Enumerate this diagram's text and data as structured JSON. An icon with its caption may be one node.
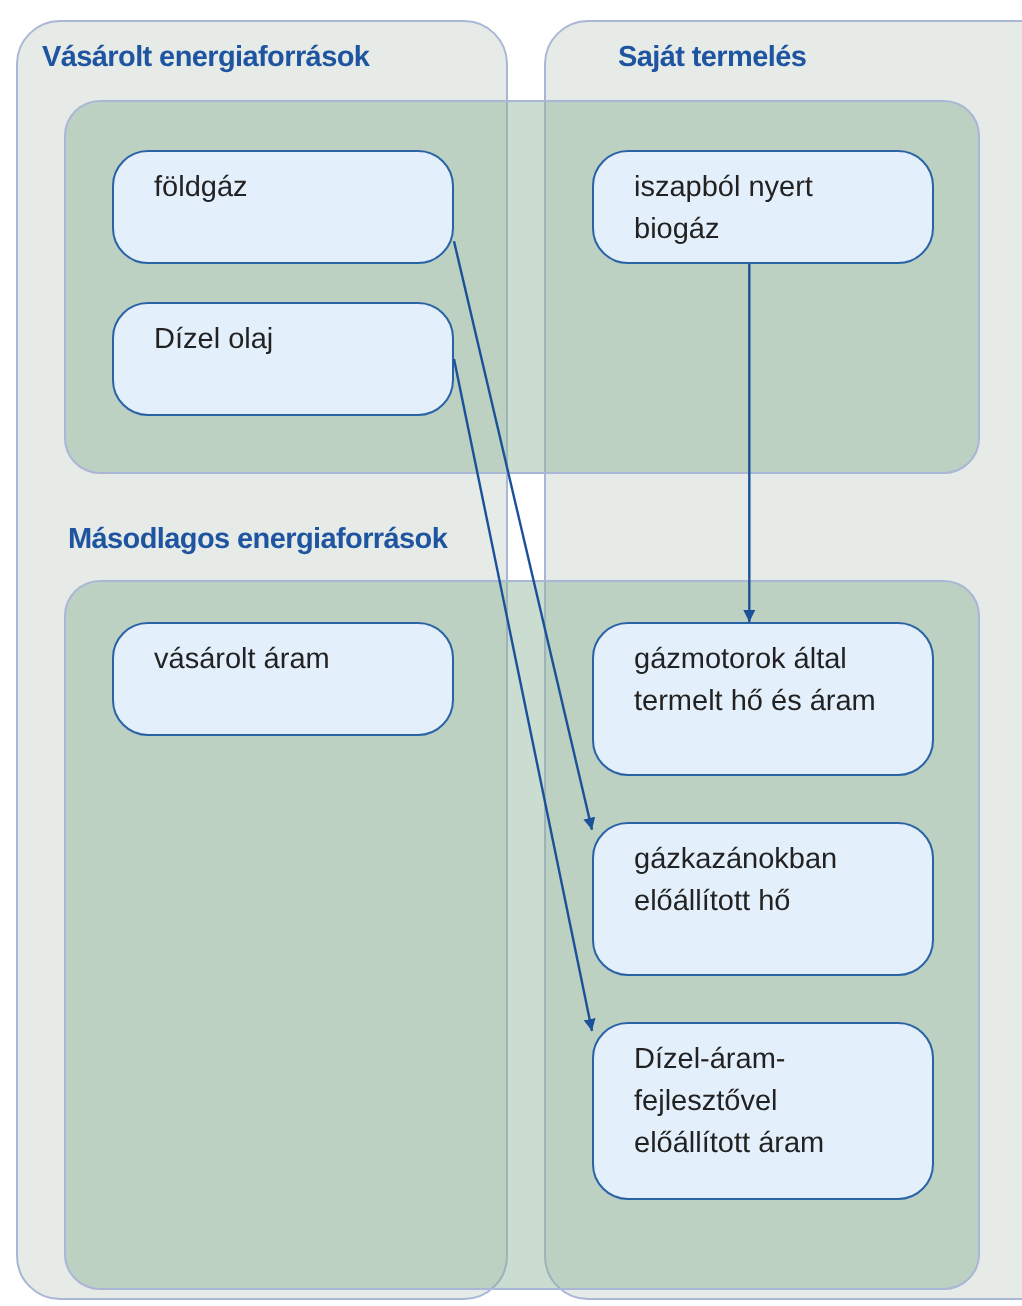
{
  "diagram": {
    "nodes": [
      {
        "text": [
          "földgáz"
        ]
      },
      {
        "text": [
          "Dízel olaj"
        ]
      },
      {
        "text": [
          "iszapból nyert biogáz"
        ]
      },
      {
        "text": [
          "vásárolt áram"
        ]
      },
      {
        "text": [
          "gázmotorok által termelt hő és áram"
        ]
      },
      {
        "text": [
          "gázkazánokban előállított hő"
        ]
      },
      {
        "text": [
          "Dízel-áram-fejlesztővel előállított áram"
        ]
      }
    ],
    "edges": [
      {
        "from": 0,
        "to": 5,
        "arrow": "to"
      },
      {
        "from": 1,
        "to": 6,
        "arrow": "to"
      },
      {
        "from": 2,
        "to": 4,
        "arrow": "to"
      }
    ],
    "labels": [
      "Vásárolt energiaforrások",
      "Saját termelés",
      "Másodlagos energiaforrások"
    ]
  }
}
